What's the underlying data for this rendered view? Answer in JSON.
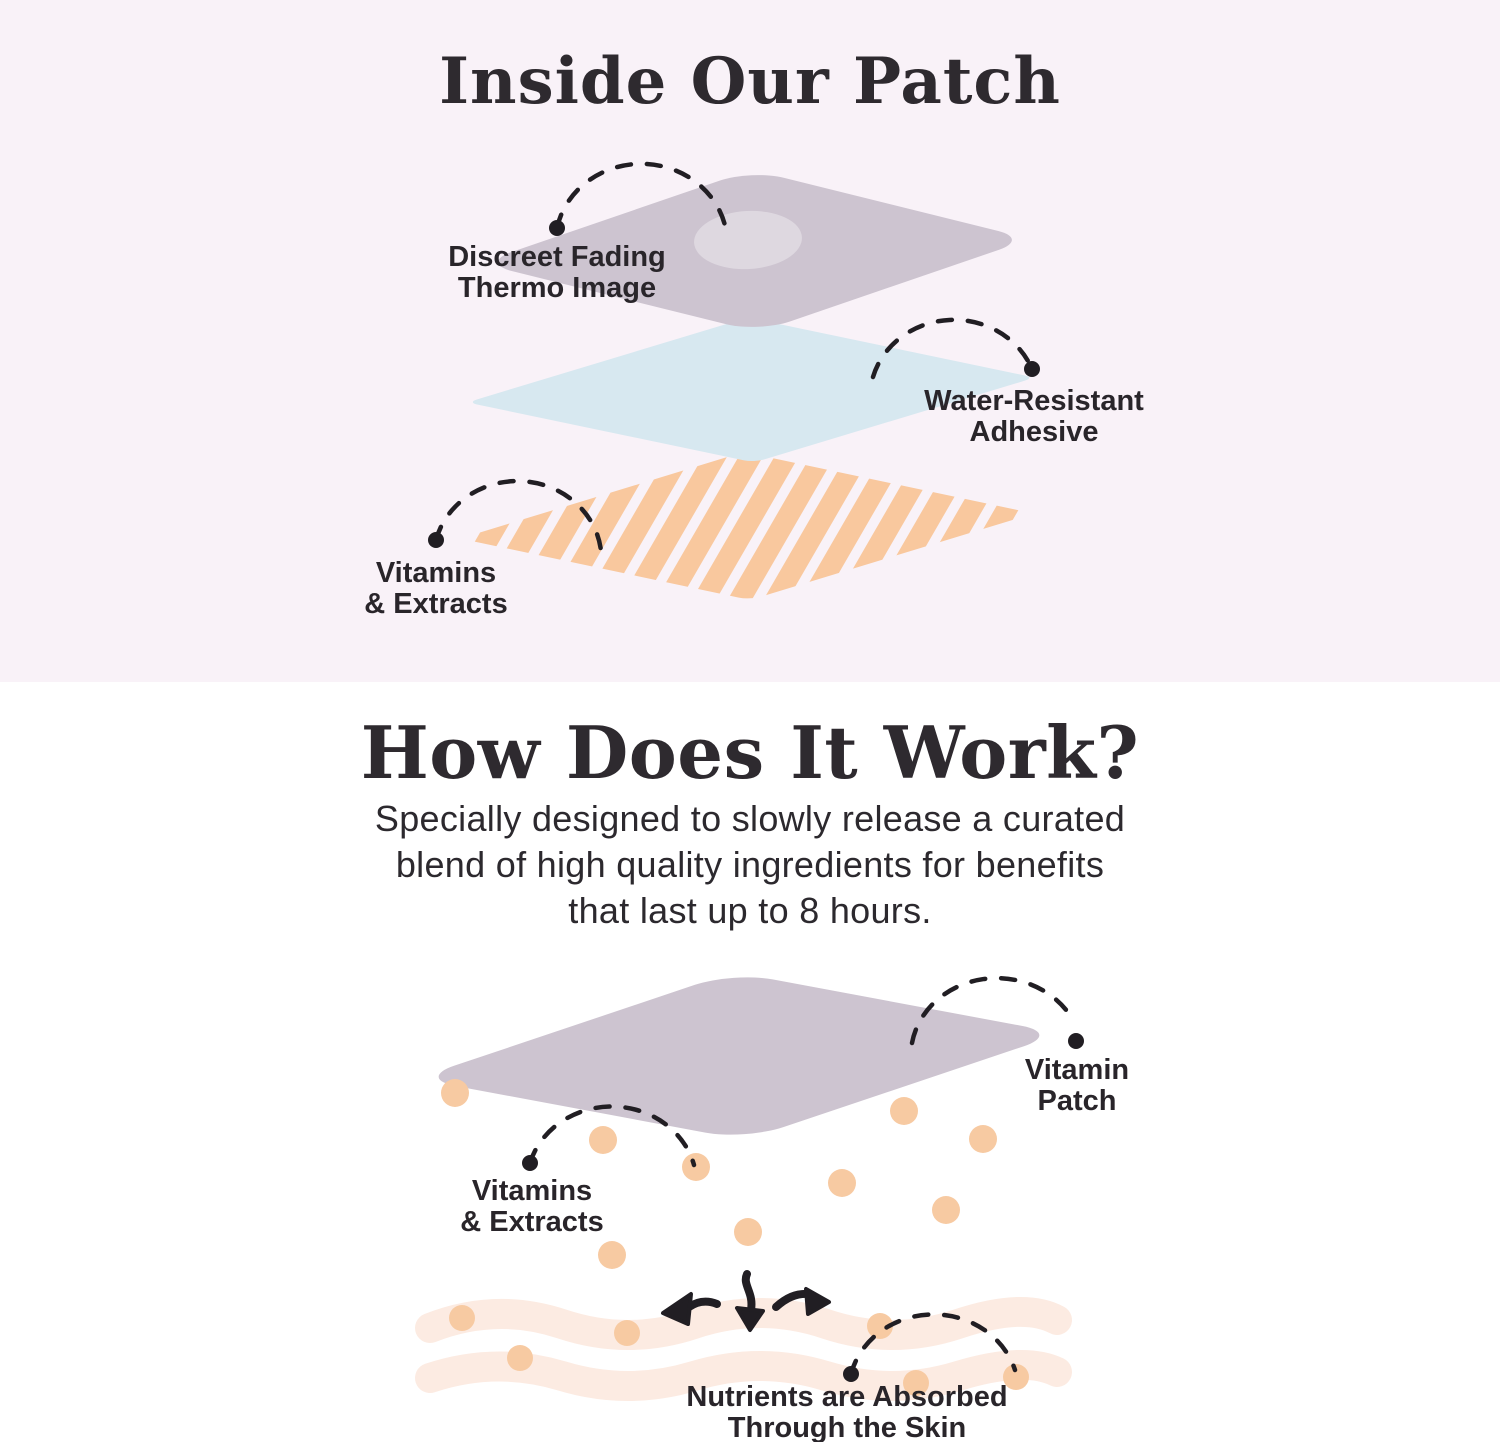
{
  "colors": {
    "background_top": "#f9f2f8",
    "background_bottom": "#ffffff",
    "patch_lavender": "#cdc4d0",
    "thermo_ellipse": "#ded8e0",
    "adhesive_blue": "#d7e8f0",
    "vitamins_peach": "#f9c89e",
    "skin_wave": "#fcebe2",
    "dot_peach": "#f7caa2",
    "ink": "#211e23",
    "heading_text": "#2e2a2f",
    "label_text": "#29252a"
  },
  "inside_section": {
    "title": "Inside Our Patch",
    "labels": {
      "thermo_image": {
        "line1": "Discreet Fading",
        "line2": "Thermo Image"
      },
      "adhesive": {
        "line1": "Water-Resistant",
        "line2": "Adhesive"
      },
      "vitamins": {
        "line1": "Vitamins",
        "line2": "& Extracts"
      }
    }
  },
  "how_section": {
    "title": "How Does It Work?",
    "description_lines": [
      "Specially designed to slowly release a curated",
      "blend of high quality ingredients for benefits",
      "that last up to 8 hours."
    ],
    "labels": {
      "vitamin_patch": {
        "line1": "Vitamin",
        "line2": "Patch"
      },
      "vitamins": {
        "line1": "Vitamins",
        "line2": "& Extracts"
      },
      "nutrients": {
        "line1": "Nutrients are Absorbed",
        "line2": "Through the Skin"
      }
    }
  }
}
